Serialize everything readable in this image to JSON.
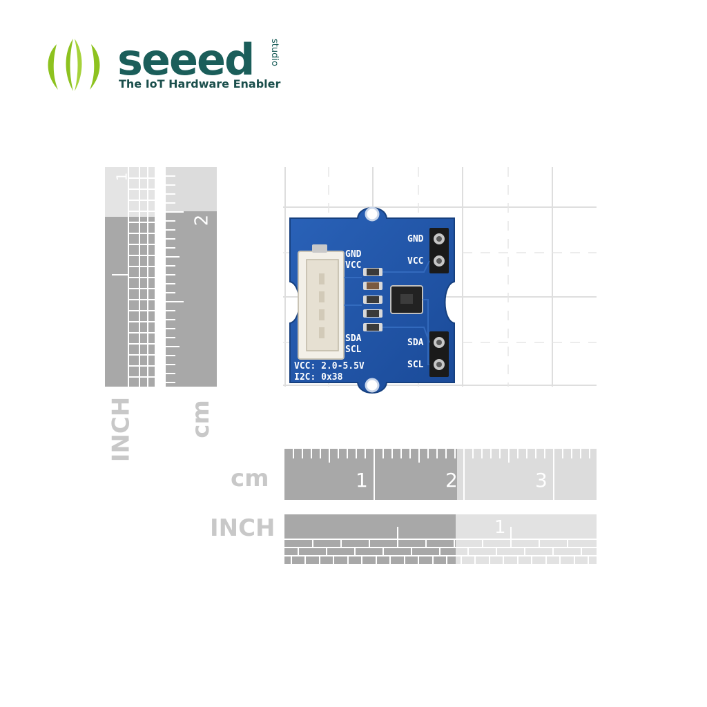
{
  "brand": {
    "name": "seeed",
    "sub": "studio",
    "tagline": "The IoT Hardware Enabler",
    "colors": {
      "leaf": "#8dc21f",
      "word": "#1b5e5a",
      "tag": "#1b4f4c"
    }
  },
  "ruler_vertical_inch": {
    "label": "INCH",
    "numbers": [
      "1"
    ]
  },
  "ruler_vertical_cm": {
    "label": "cm",
    "numbers": [
      "2"
    ]
  },
  "ruler_horizontal_cm": {
    "label": "cm",
    "numbers": [
      "1",
      "2",
      "3"
    ]
  },
  "ruler_horizontal_inch": {
    "label": "INCH",
    "numbers": [
      "1"
    ]
  },
  "board": {
    "color": "#1f56a8",
    "labels": {
      "gnd": "GND",
      "vcc": "VCC",
      "sda": "SDA",
      "scl": "SCL",
      "vcc_range": "VCC: 2.0-5.5V",
      "i2c_addr": "I2C: 0x38"
    }
  }
}
